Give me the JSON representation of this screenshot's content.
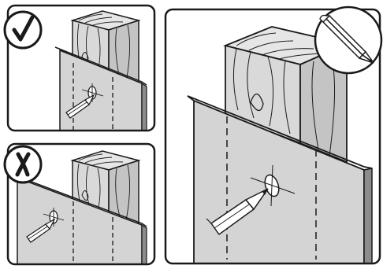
{
  "image": {
    "alt": "",
    "panels": [
      {
        "id": "correct",
        "badge_icon": "check-mark-icon",
        "result": "correct"
      },
      {
        "id": "incorrect",
        "badge_icon": "cross-mark-icon",
        "result": "incorrect"
      },
      {
        "id": "detail",
        "badge_icon": "pencil-icon"
      }
    ]
  },
  "colors": {
    "outline": "#1a1a1a",
    "board": "#d4d4d4",
    "board_edge": "#8c8c8c",
    "wood": "#d9d9d9",
    "wood_side": "#bfbfbf",
    "background": "#ffffff"
  }
}
